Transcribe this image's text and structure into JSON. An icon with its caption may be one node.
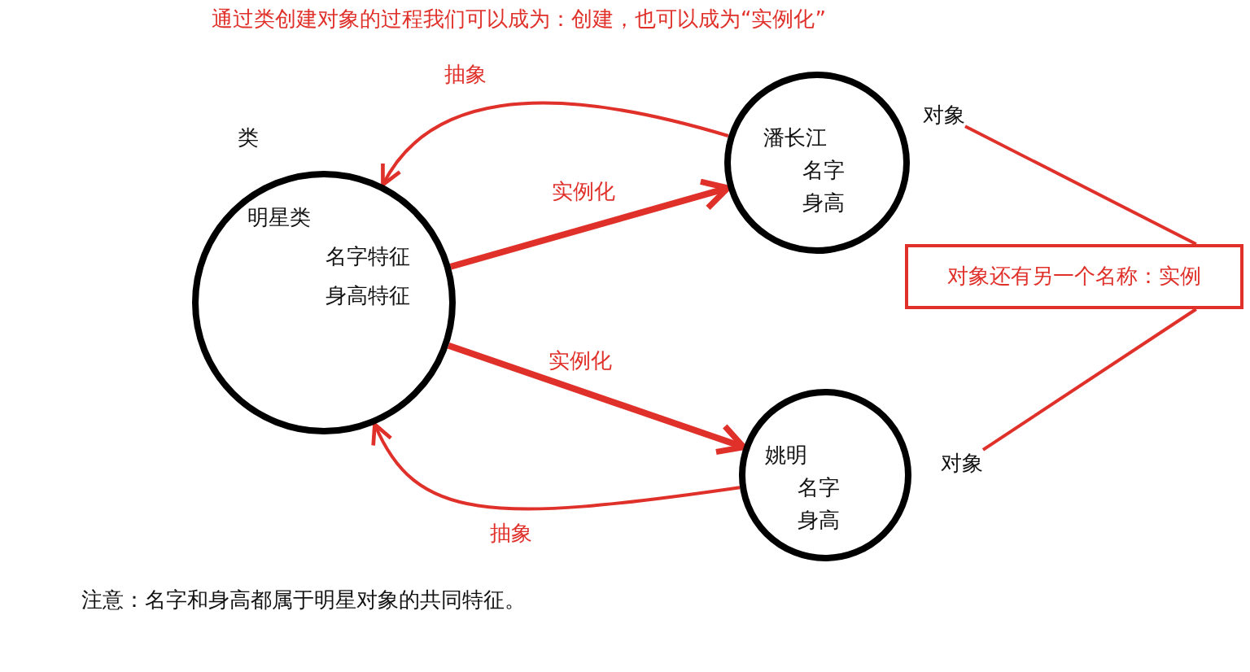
{
  "diagram": {
    "title": "通过类创建对象的过程我们可以成为：创建，也可以成为“实例化”",
    "caption": "注意：名字和身高都属于明星对象的共同特征。",
    "nodes": [
      {
        "text": [
          "明星类",
          "名字特征",
          "身高特征"
        ],
        "beside": [
          "类"
        ]
      },
      {
        "text": [
          "潘长江",
          "名字",
          "身高"
        ]
      },
      {
        "text": [
          "姚明",
          "名字",
          "身高"
        ]
      },
      {
        "text": [
          "对象"
        ]
      },
      {
        "text": [
          "对象还有另一个名称：实例"
        ]
      },
      {
        "text": [
          "对象"
        ]
      }
    ],
    "edges": [
      {
        "from": 0,
        "to": 1,
        "arrow": "to",
        "label": "实例化",
        "style": "thick"
      },
      {
        "from": 1,
        "to": 0,
        "arrow": "to",
        "label": "抽象"
      },
      {
        "from": 0,
        "to": 2,
        "arrow": "to",
        "label": "实例化",
        "style": "thick"
      },
      {
        "from": 2,
        "to": 0,
        "arrow": "to",
        "label": "抽象"
      },
      {
        "from": 3,
        "to": 4,
        "arrow": "none"
      },
      {
        "from": 5,
        "to": 4,
        "arrow": "none"
      }
    ]
  }
}
